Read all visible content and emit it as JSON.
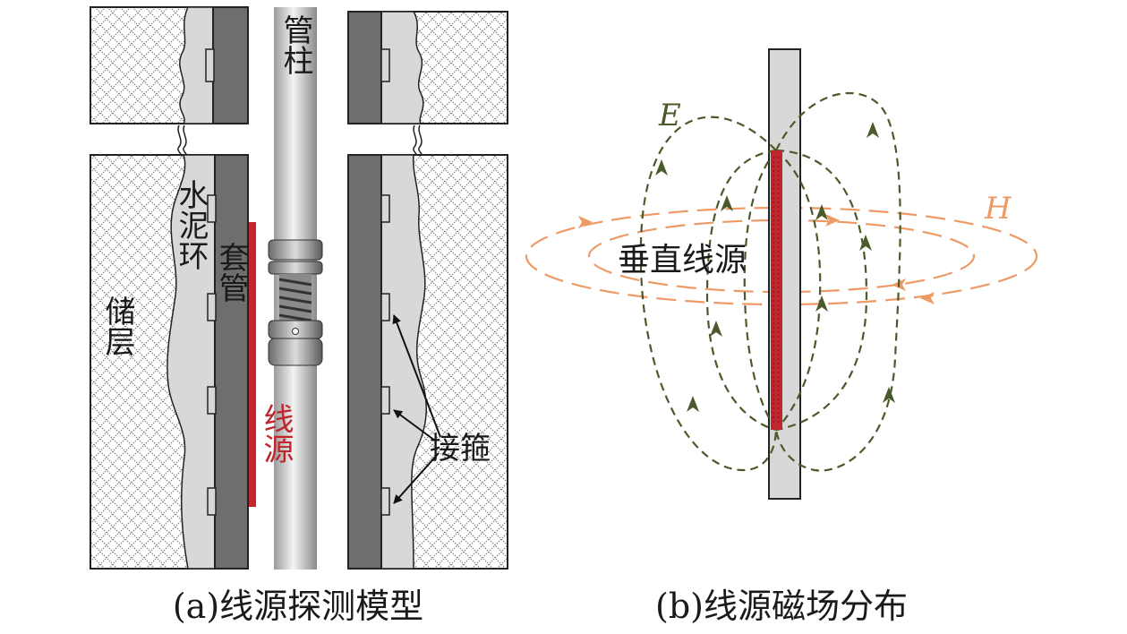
{
  "panel_a": {
    "label_tubing": "管柱",
    "label_cement": "水泥环",
    "label_casing": "套管",
    "label_reservoir": "储层",
    "label_line_source": "线源",
    "label_collar": "接箍",
    "caption": "(a)线源探测模型"
  },
  "panel_b": {
    "label_E": "E",
    "label_H": "H",
    "label_source": "垂直线源",
    "caption": "(b)线源磁场分布"
  },
  "colors": {
    "source_red": "#c0262d",
    "e_field_green": "#4a5a2a",
    "h_field_orange": "#ee9a66",
    "casing_gray": "#6e6e6e",
    "cement_gray": "#d8d8d8"
  }
}
